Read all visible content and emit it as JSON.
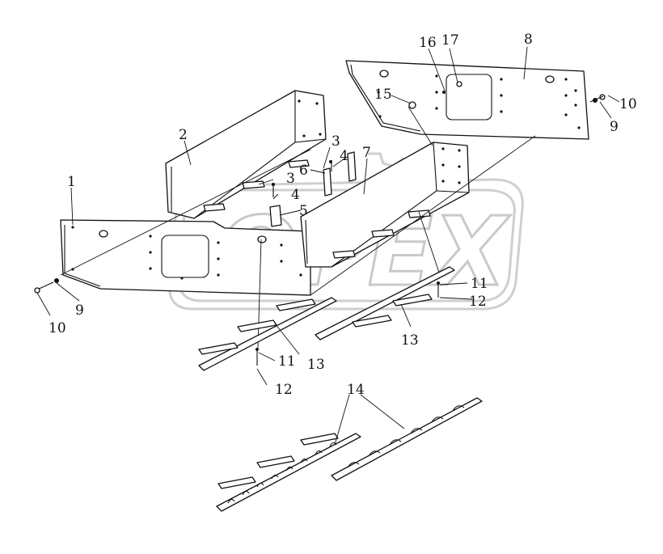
{
  "watermark": {
    "text": "OPEX"
  },
  "callouts": [
    {
      "id": "c1",
      "text": "1"
    },
    {
      "id": "c2",
      "text": "2"
    },
    {
      "id": "c3a",
      "text": "3"
    },
    {
      "id": "c3b",
      "text": "3"
    },
    {
      "id": "c4a",
      "text": "4"
    },
    {
      "id": "c4b",
      "text": "4"
    },
    {
      "id": "c5",
      "text": "5"
    },
    {
      "id": "c6",
      "text": "6"
    },
    {
      "id": "c7",
      "text": "7"
    },
    {
      "id": "c8",
      "text": "8"
    },
    {
      "id": "c9a",
      "text": "9"
    },
    {
      "id": "c9b",
      "text": "9"
    },
    {
      "id": "c10a",
      "text": "10"
    },
    {
      "id": "c10b",
      "text": "10"
    },
    {
      "id": "c11a",
      "text": "11"
    },
    {
      "id": "c11b",
      "text": "11"
    },
    {
      "id": "c12a",
      "text": "12"
    },
    {
      "id": "c12b",
      "text": "12"
    },
    {
      "id": "c13a",
      "text": "13"
    },
    {
      "id": "c13b",
      "text": "13"
    },
    {
      "id": "c14",
      "text": "14"
    },
    {
      "id": "c15",
      "text": "15"
    },
    {
      "id": "c16",
      "text": "16"
    },
    {
      "id": "c17",
      "text": "17"
    }
  ]
}
